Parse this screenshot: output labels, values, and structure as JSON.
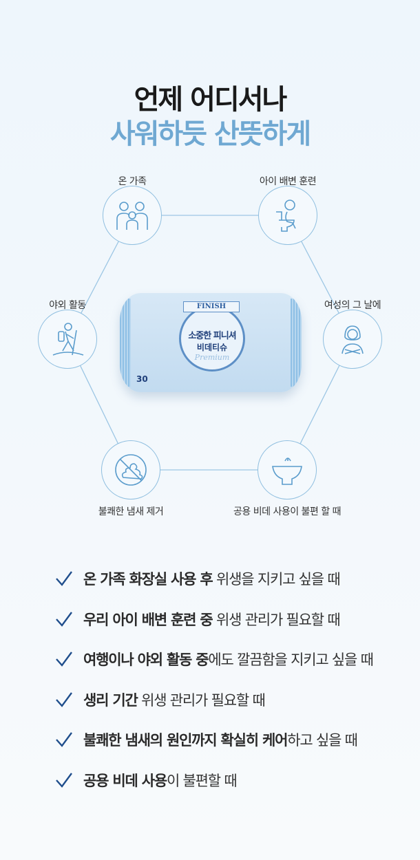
{
  "heading": {
    "line1": "언제 어디서나",
    "line2": "사워하듯 산뜻하게"
  },
  "colors": {
    "accent": "#6fa8d2",
    "check": "#1f4e8c",
    "line": "#8ebedf"
  },
  "uses": [
    {
      "label": "온 가족",
      "icon": "family-icon"
    },
    {
      "label": "아이 배변 훈련",
      "icon": "child-toilet-icon"
    },
    {
      "label": "야외 활동",
      "icon": "hiker-icon"
    },
    {
      "label": "여성의 그 날에",
      "icon": "woman-icon"
    },
    {
      "label": "불쾌한 냄새 제거",
      "icon": "no-odor-icon"
    },
    {
      "label": "공용 비데 사용이 불편 할 때",
      "icon": "bidet-icon"
    }
  ],
  "product": {
    "banner": "FINISH",
    "name": "소중한 피니셔",
    "type": "비데티슈",
    "grade": "Premium",
    "count": "30"
  },
  "checklist": [
    {
      "bold": "온 가족 화장실 사용 후",
      "rest": " 위생을 지키고 싶을 때"
    },
    {
      "bold": "우리 아이 배변 훈련 중",
      "rest": " 위생 관리가 필요할 때"
    },
    {
      "bold": "여행이나 야외 활동 중",
      "rest": "에도 깔끔함을 지키고 싶을 때"
    },
    {
      "bold": "생리 기간",
      "rest": " 위생 관리가 필요할 때"
    },
    {
      "bold": "불쾌한 냄새의 원인까지 확실히 케어",
      "rest": "하고 싶을 때"
    },
    {
      "bold": "공용 비데 사용",
      "rest": "이 불편할 때"
    }
  ]
}
